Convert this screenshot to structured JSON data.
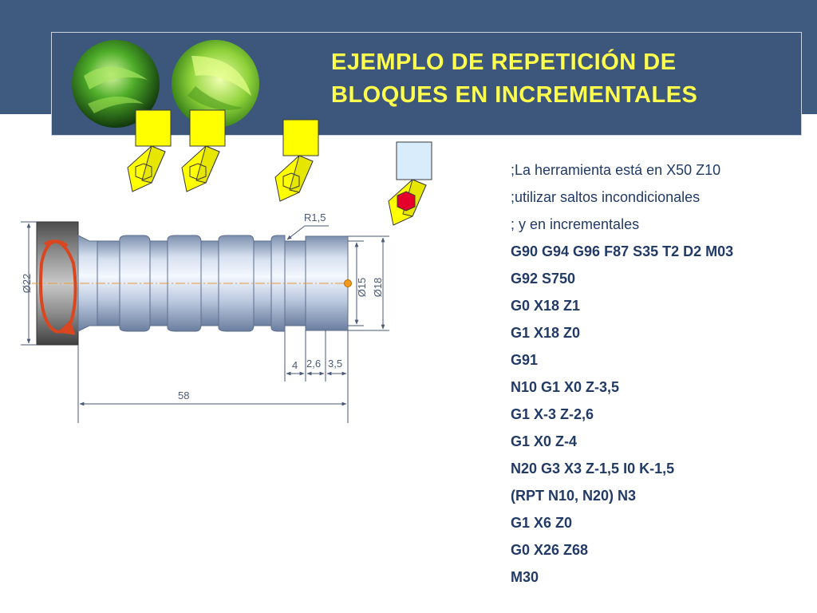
{
  "title": {
    "line1": "EJEMPLO DE REPETICIÓN  DE",
    "line2": "BLOQUES EN INCREMENTALES"
  },
  "colors": {
    "band": "#3f5b80",
    "title_text": "#ffff4d",
    "code_text": "#213a66",
    "tool_yellow": "#ffff00",
    "rotation_arrow": "#d9461f"
  },
  "icons": [
    "leaf-circle-icon",
    "leaf-circle-icon",
    "lathe-tool-icon",
    "rotation-arrow-icon"
  ],
  "dimensions": {
    "radius": "R1,5",
    "dia_22": "Ø22",
    "dia_15": "Ø15",
    "dia_18": "Ø18",
    "len_4": "4",
    "len_2_6": "2,6",
    "len_3_5": "3,5",
    "len_58": "58"
  },
  "program": [
    {
      "text": ";La herramienta está en X50 Z10",
      "kind": "comment"
    },
    {
      "text": ";utilizar saltos incondicionales",
      "kind": "comment"
    },
    {
      "text": "; y en incrementales",
      "kind": "comment"
    },
    {
      "text": "G90 G94 G96 F87 S35 T2 D2 M03",
      "kind": "code"
    },
    {
      "text": "G92 S750",
      "kind": "code"
    },
    {
      "text": "G0 X18 Z1",
      "kind": "code"
    },
    {
      "text": "G1 X18 Z0",
      "kind": "code"
    },
    {
      "text": "G91",
      "kind": "code"
    },
    {
      "text": "N10 G1 X0 Z-3,5",
      "kind": "code"
    },
    {
      "text": "G1 X-3 Z-2,6",
      "kind": "code"
    },
    {
      "text": "G1 X0 Z-4",
      "kind": "code"
    },
    {
      "text": "N20 G3 X3 Z-1,5 I0 K-1,5",
      "kind": "code"
    },
    {
      "text": "(RPT N10, N20) N3",
      "kind": "code"
    },
    {
      "text": "G1 X6 Z0",
      "kind": "code"
    },
    {
      "text": "G0 X26 Z68",
      "kind": "code"
    },
    {
      "text": "M30",
      "kind": "code"
    }
  ]
}
